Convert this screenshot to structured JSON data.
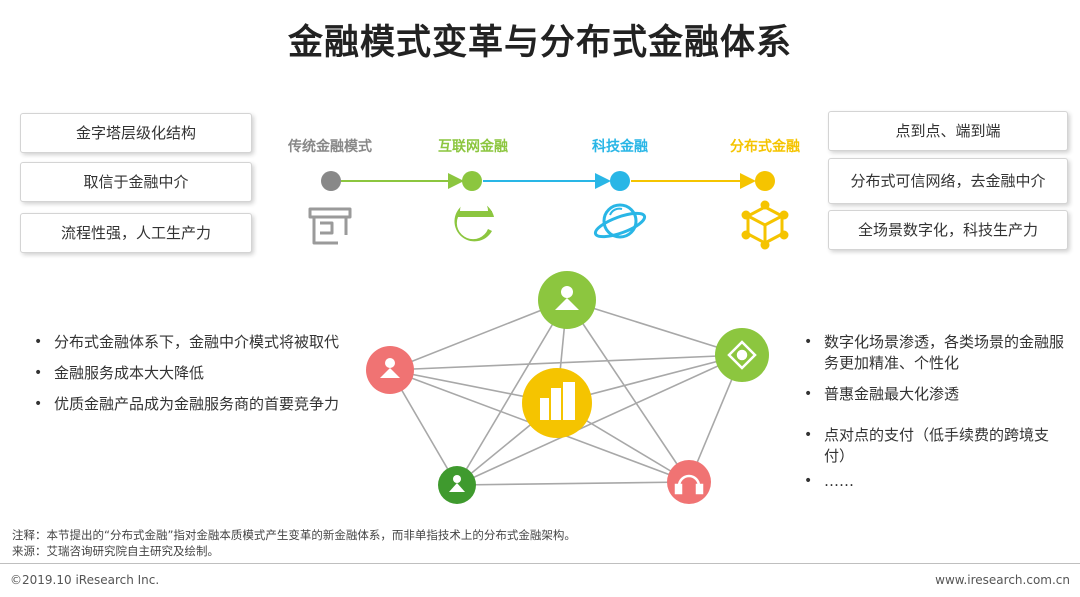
{
  "title": "金融模式变革与分布式金融体系",
  "left_boxes": [
    "金字塔层级化结构",
    "取信于金融中介",
    "流程性强，人工生产力"
  ],
  "right_boxes": [
    "点到点、端到端",
    "分布式可信网络，去金融中介",
    "全场景数字化，科技生产力"
  ],
  "stages": [
    {
      "label": "传统金融模式",
      "color": "#888888",
      "icon": "building-icon"
    },
    {
      "label": "互联网金融",
      "color": "#8cc63f",
      "icon": "internet-e-icon"
    },
    {
      "label": "科技金融",
      "color": "#29b6e6",
      "icon": "planet-icon"
    },
    {
      "label": "分布式金融",
      "color": "#f5c400",
      "icon": "cube-network-icon"
    }
  ],
  "left_bullets": [
    "分布式金融体系下，金融中介模式将被取代",
    "金融服务成本大大降低",
    "优质金融产品成为金融服务商的首要竞争力"
  ],
  "right_bullets": [
    "数字化场景渗透，各类场景的金融服务更加精准、个性化",
    "普惠金融最大化渗透",
    "点对点的支付（低手续费的跨境支付）",
    "……"
  ],
  "network_nodes": [
    {
      "name": "top",
      "color": "#8cc63f",
      "icon": "user-icon"
    },
    {
      "name": "left",
      "color": "#f07373",
      "icon": "user-icon"
    },
    {
      "name": "right",
      "color": "#8cc63f",
      "icon": "target-icon"
    },
    {
      "name": "center",
      "color": "#f5c400",
      "icon": "buildings-icon"
    },
    {
      "name": "bottom-left",
      "color": "#3f9a2e",
      "icon": "user-icon"
    },
    {
      "name": "bottom-right",
      "color": "#f07373",
      "icon": "headset-icon"
    }
  ],
  "note": "注释：本节提出的“分布式金融”指对金融本质模式产生变革的新金融体系，而非单指技术上的分布式金融架构。",
  "source": "来源：艾瑞咨询研究院自主研究及绘制。",
  "copyright": "©2019.10 iResearch Inc.",
  "website": "www.iresearch.com.cn"
}
